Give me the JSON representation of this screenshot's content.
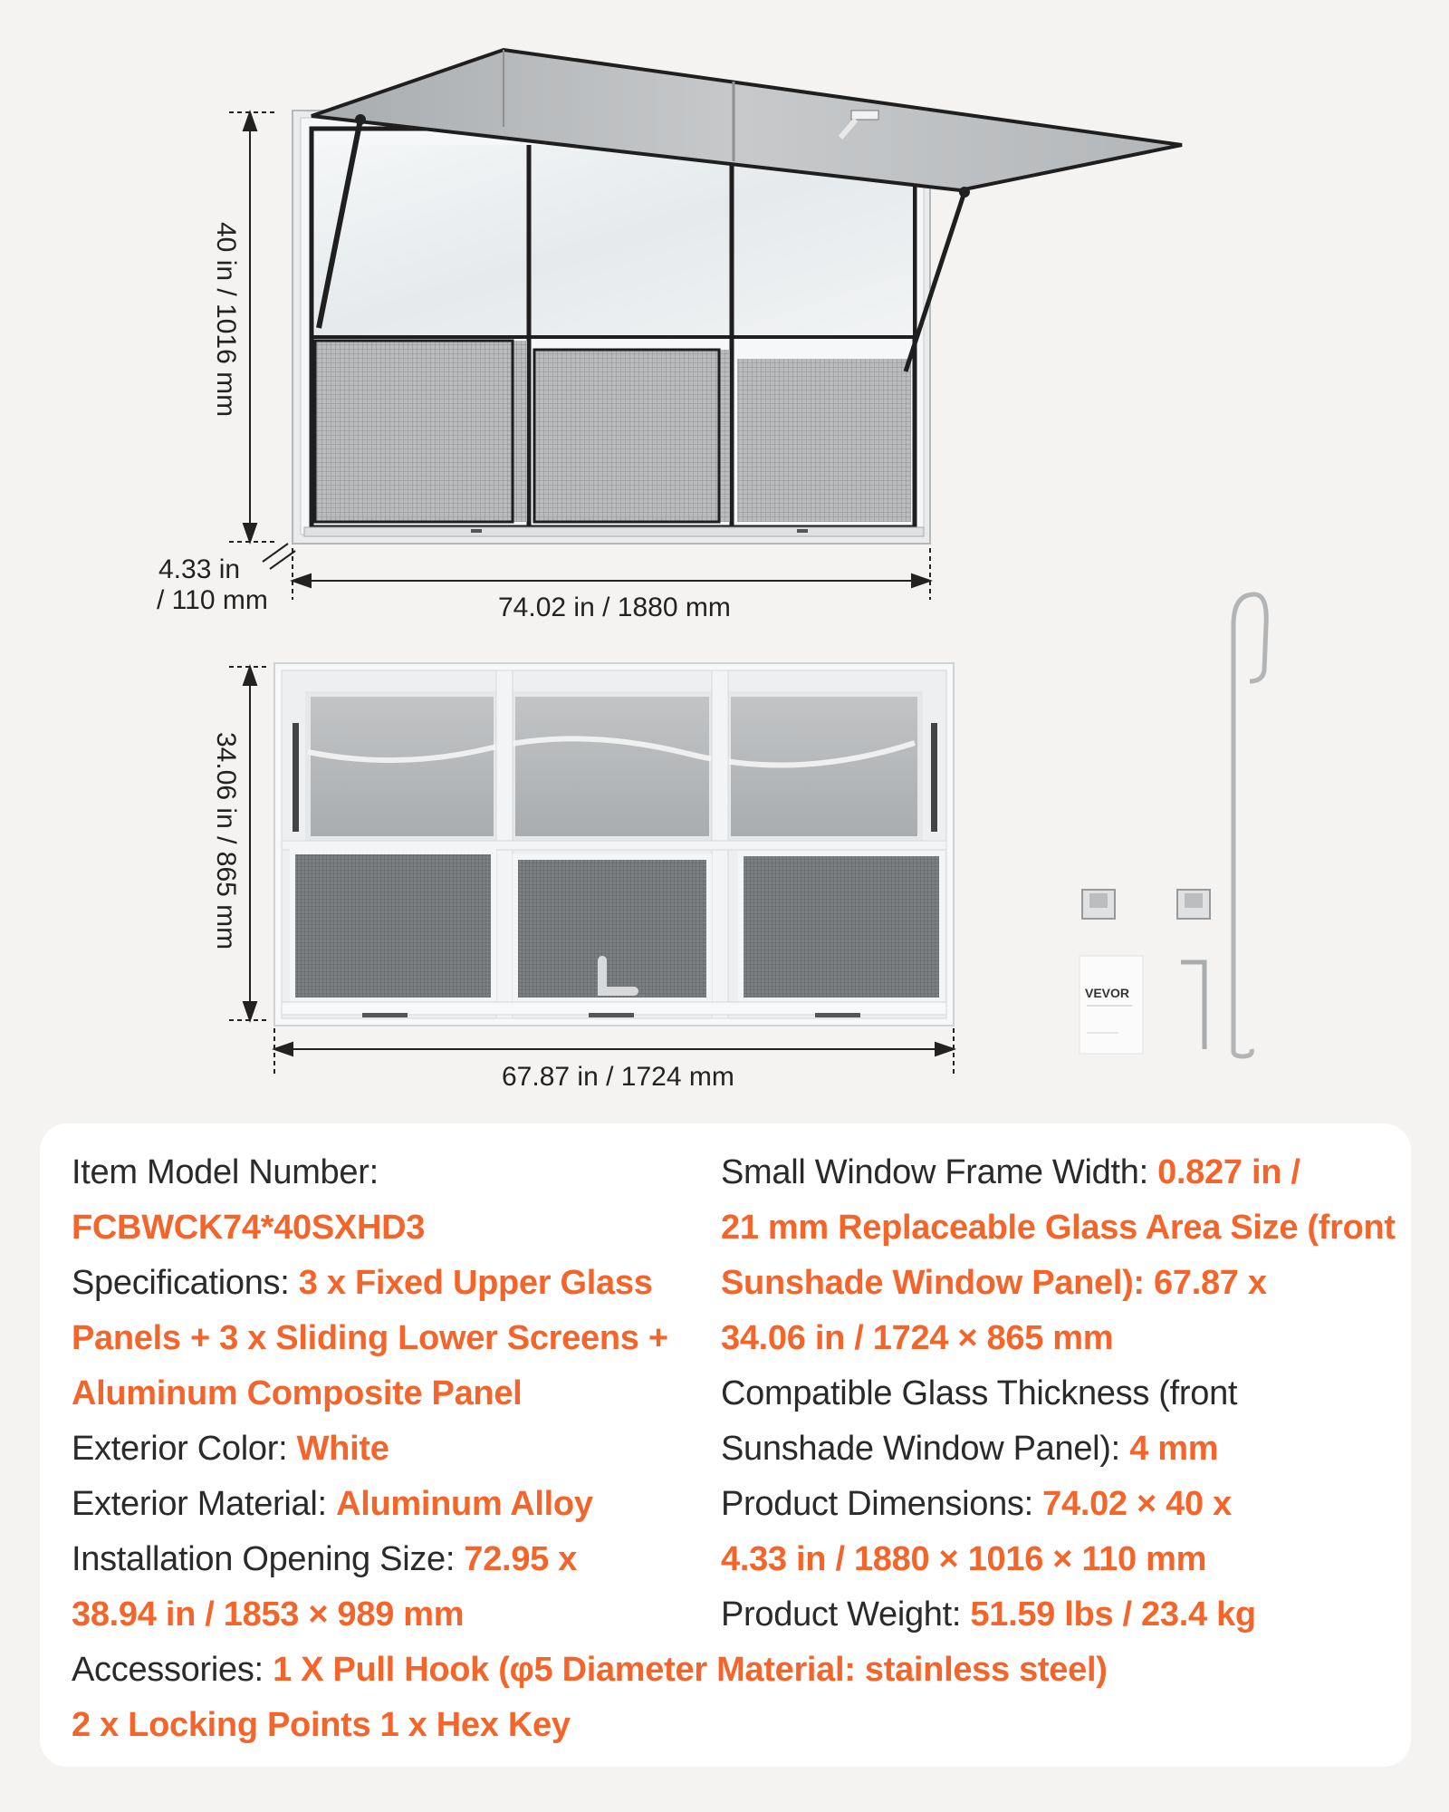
{
  "dimensions": {
    "top_height": "40 in / 1016 mm",
    "top_depth_line1": "4.33 in",
    "top_depth_line2": "/ 110 mm",
    "top_width": "74.02 in / 1880 mm",
    "front_height": "34.06 in / 865 mm",
    "front_width": "67.87 in / 1724 mm"
  },
  "accessory_images": {
    "booklet_brand": "VEVOR"
  },
  "specs": {
    "model_label": "Item Model Number:",
    "model_value": "FCBWCK74*40SXHD3",
    "spec_label": "Specifications: ",
    "spec_value_1": "3 x Fixed Upper Glass",
    "spec_value_2": "Panels + 3 x Sliding Lower Screens +",
    "spec_value_3": "Aluminum Composite Panel",
    "color_label": "Exterior Color: ",
    "color_value": "White",
    "material_label": "Exterior Material: ",
    "material_value": "Aluminum Alloy",
    "opening_label": "Installation Opening Size: ",
    "opening_value_1": "72.95 x",
    "opening_value_2": "38.94 in / 1853 × 989 mm",
    "frame_label": "Small Window Frame Width: ",
    "frame_value_1": "0.827 in /",
    "frame_value_2": "21 mm Replaceable Glass Area Size (front",
    "frame_value_3": "Sunshade Window Panel): 67.87 x",
    "frame_value_4": "34.06 in / 1724 × 865 mm",
    "thickness_label_1": "Compatible Glass Thickness (front",
    "thickness_label_2": "Sunshade Window Panel): ",
    "thickness_value": "4 mm",
    "product_dim_label": "Product Dimensions: ",
    "product_dim_value_1": "74.02 × 40 x",
    "product_dim_value_2": "4.33 in / 1880 × 1016 × 110 mm",
    "weight_label": "Product Weight: ",
    "weight_value": "51.59 lbs / 23.4 kg",
    "accessories_label": "Accessories: ",
    "accessories_value_1": "1 X Pull Hook (φ5 Diameter Material: stainless steel)",
    "accessories_value_2": "2 x Locking Points   1 x Hex Key"
  }
}
